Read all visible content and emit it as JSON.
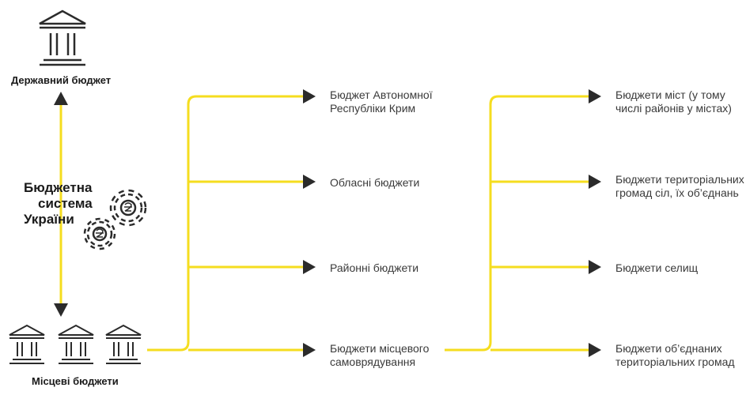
{
  "colors": {
    "accent": "#f5dd1f",
    "line": "#f5dd1f",
    "arrow": "#2b2b2b",
    "text": "#3a3a3a"
  },
  "left": {
    "state_budget": "Державний бюджет",
    "system_label": [
      "Бюджетна",
      "система",
      "України"
    ],
    "local_budgets": "Місцеві бюджети",
    "icons": {
      "state": "government-building-icon",
      "local": "government-building-icon",
      "gears": "gears-hryvnia-icon"
    }
  },
  "middle": {
    "items": [
      [
        "Бюджет Автономної",
        "Республіки Крим"
      ],
      [
        "Обласні бюджети"
      ],
      [
        "Районні бюджети"
      ],
      [
        "Бюджети місцевого",
        "самоврядування"
      ]
    ]
  },
  "right": {
    "items": [
      [
        "Бюджети міст (у тому",
        "числі районів у містах)"
      ],
      [
        "Бюджети територіальних",
        "громад сіл, їх об’єднань"
      ],
      [
        "Бюджети селищ"
      ],
      [
        "Бюджети об’єднаних",
        "територіальних громад"
      ]
    ]
  }
}
